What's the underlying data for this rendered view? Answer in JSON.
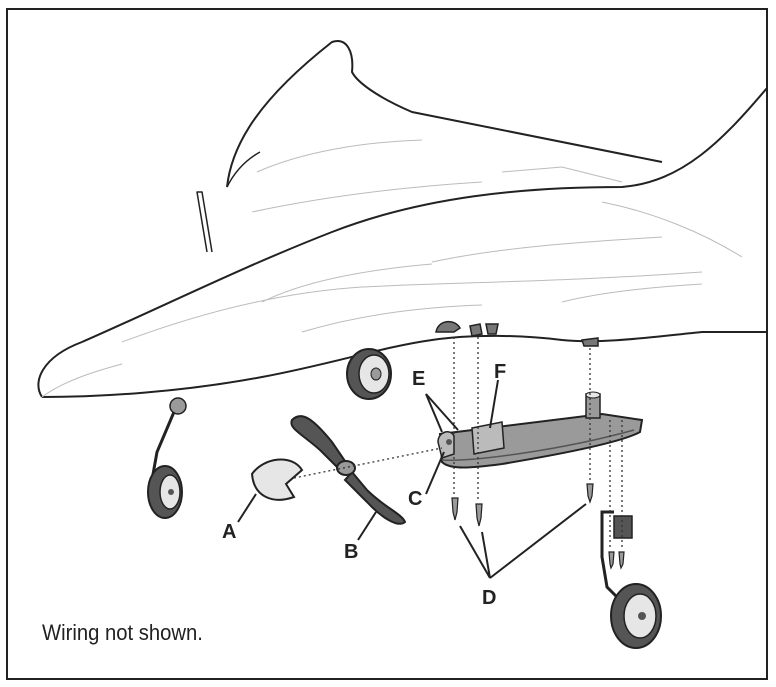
{
  "callouts": {
    "a": "A",
    "b": "B",
    "c": "C",
    "d": "D",
    "e": "E",
    "f": "F"
  },
  "caption": "Wiring not shown.",
  "colors": {
    "outline": "#222222",
    "fill_light": "#e6e6e6",
    "fill_mid": "#9a9a9a",
    "fill_dark": "#555555"
  }
}
